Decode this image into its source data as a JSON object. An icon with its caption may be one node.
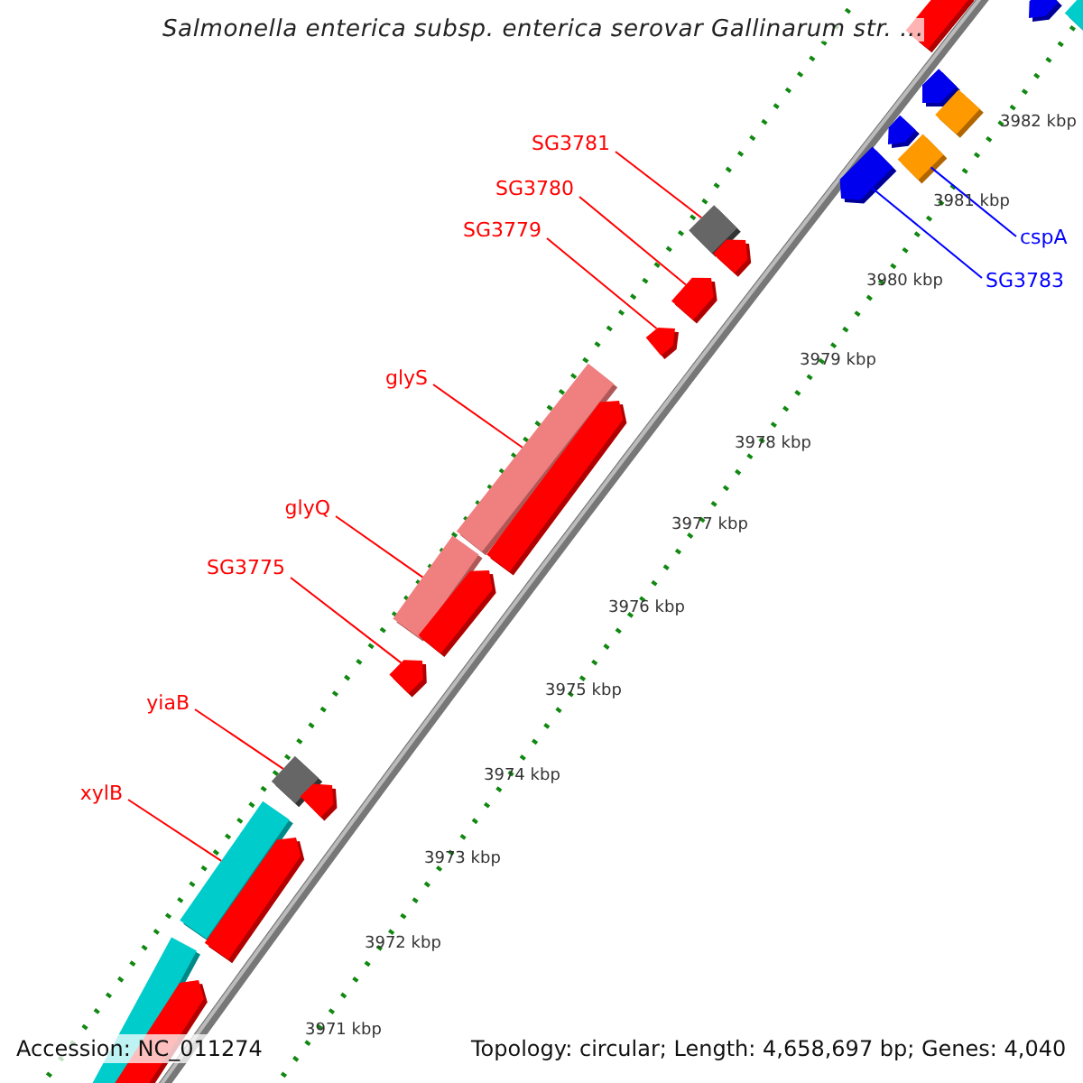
{
  "diagram": {
    "title": "Salmonella enterica subsp. enterica serovar Gallinarum str. ...",
    "nodes": [
      {
        "text": [
          "SG3781"
        ]
      },
      {
        "text": [
          "SG3780"
        ]
      },
      {
        "text": [
          "SG3779"
        ]
      },
      {
        "text": [
          "cspA"
        ]
      },
      {
        "text": [
          "SG3783"
        ]
      },
      {
        "text": [
          "glyS"
        ]
      },
      {
        "text": [
          "glyQ"
        ]
      },
      {
        "text": [
          "SG3775"
        ]
      },
      {
        "text": [
          "yiaB"
        ]
      },
      {
        "text": [
          "xylB"
        ]
      },
      {
        "text": [],
        "shape": "bar"
      },
      {
        "text": [],
        "shape": "bar"
      },
      {
        "text": [],
        "shape": "bar"
      },
      {
        "text": [],
        "shape": "bar"
      },
      {
        "text": [],
        "shape": "bar"
      },
      {
        "text": [],
        "shape": "bar"
      },
      {
        "text": [],
        "shape": "bar"
      },
      {
        "text": [],
        "shape": "bar"
      },
      {
        "text": [],
        "shape": "bar"
      },
      {
        "text": [],
        "shape": "bar"
      },
      {
        "text": [],
        "shape": "bar"
      },
      {
        "text": [],
        "shape": "bar"
      },
      {
        "text": [],
        "shape": "bar"
      },
      {
        "text": [],
        "shape": "bar"
      },
      {
        "text": [],
        "shape": "bar"
      },
      {
        "text": [],
        "shape": "bar"
      },
      {
        "text": [],
        "shape": "bar"
      },
      {
        "text": [],
        "shape": "bar"
      },
      {
        "text": [],
        "shape": "bar"
      },
      {
        "text": [],
        "shape": "bar"
      },
      {
        "text": [],
        "shape": "bar"
      },
      {
        "text": [],
        "shape": "bar"
      },
      {
        "text": [],
        "shape": "bar"
      }
    ],
    "edges": [
      {
        "from": 0,
        "to": 18,
        "arrow": "none"
      },
      {
        "from": 1,
        "to": 20,
        "arrow": "none"
      },
      {
        "from": 2,
        "to": 21,
        "arrow": "none"
      },
      {
        "from": 3,
        "to": 16,
        "arrow": "none",
        "color": "#0000ff"
      },
      {
        "from": 4,
        "to": 17,
        "arrow": "none",
        "color": "#0000ff"
      },
      {
        "from": 5,
        "to": 22,
        "arrow": "none"
      },
      {
        "from": 6,
        "to": 24,
        "arrow": "none"
      },
      {
        "from": 7,
        "to": 26,
        "arrow": "none"
      },
      {
        "from": 8,
        "to": 27,
        "arrow": "none"
      },
      {
        "from": 9,
        "to": 29,
        "arrow": "none"
      }
    ],
    "labels": [
      "3982 kbp",
      "3981 kbp",
      "3980 kbp",
      "3979 kbp",
      "3978 kbp",
      "3977 kbp",
      "3976 kbp",
      "3975 kbp",
      "3974 kbp",
      "3973 kbp",
      "3972 kbp",
      "3971 kbp",
      "Accession: NC_011274",
      "Topology: circular; Length: 4,658,697 bp; Genes: 4,040"
    ]
  }
}
